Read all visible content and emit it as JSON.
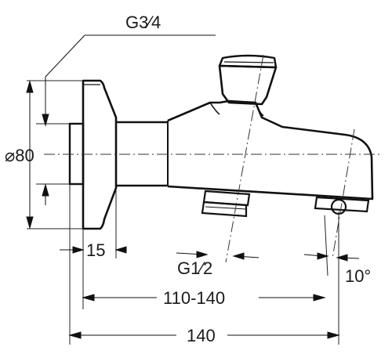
{
  "drawing": {
    "labels": {
      "thread_inlet": "G3⁄4",
      "diameter": "⌀80",
      "flange_depth": "15",
      "thread_outlet": "G1⁄2",
      "spout_angle": "10°",
      "projection_range": "110-140",
      "overall_length": "140"
    }
  }
}
